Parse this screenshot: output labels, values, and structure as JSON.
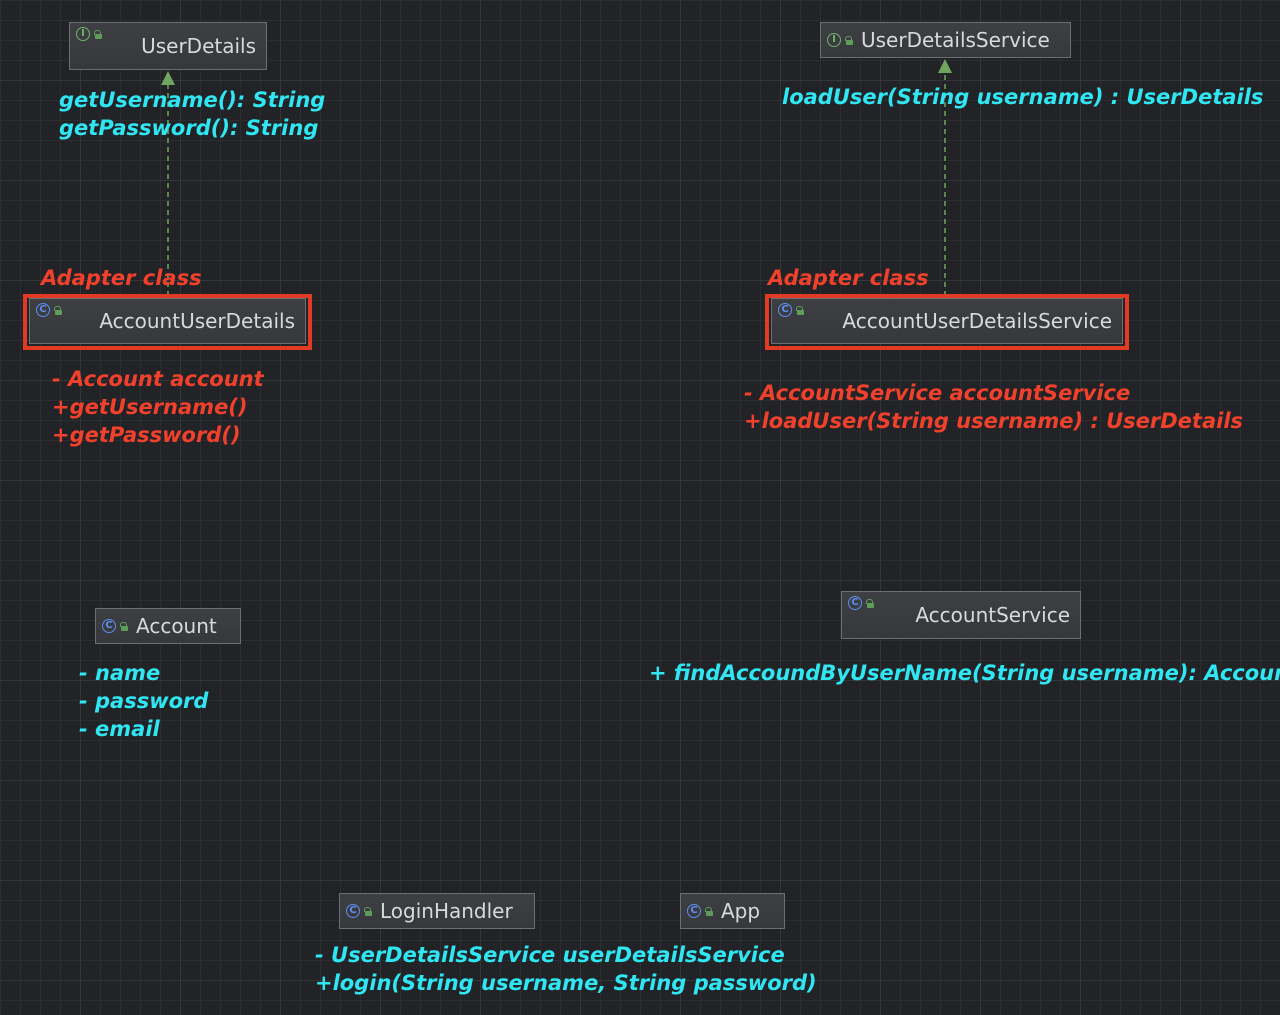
{
  "colors": {
    "background": "#222326",
    "note_cyan": "#2fe6f2",
    "note_red": "#f1402b",
    "highlight": "#e23b24",
    "arrow": "#6fa55e"
  },
  "nodes": {
    "user_details": {
      "label": "UserDetails",
      "badge": "I"
    },
    "user_details_service": {
      "label": "UserDetailsService",
      "badge": "I"
    },
    "account_user_details": {
      "label": "AccountUserDetails",
      "badge": "C"
    },
    "account_user_details_service": {
      "label": "AccountUserDetailsService",
      "badge": "C"
    },
    "account": {
      "label": "Account",
      "badge": "C"
    },
    "account_service": {
      "label": "AccountService",
      "badge": "C"
    },
    "login_handler": {
      "label": "LoginHandler",
      "badge": "C"
    },
    "app": {
      "label": "App",
      "badge": "C"
    }
  },
  "notes": {
    "user_details": [
      "getUsername(): String",
      "getPassword(): String"
    ],
    "user_details_service": [
      "loadUser(String username) : UserDetails"
    ],
    "adapter_left": "Adapter class",
    "adapter_right": "Adapter class",
    "account_user_details": [
      "- Account account",
      "+getUsername()",
      "+getPassword()"
    ],
    "account_user_details_service": [
      "- AccountService accountService",
      "+loadUser(String username) : UserDetails"
    ],
    "account": [
      "- name",
      "- password",
      "- email"
    ],
    "account_service": [
      "+ findAccoundByUserName(String username): Account"
    ],
    "login_handler": [
      "- UserDetailsService userDetailsService",
      "+login(String username, String password)"
    ]
  }
}
